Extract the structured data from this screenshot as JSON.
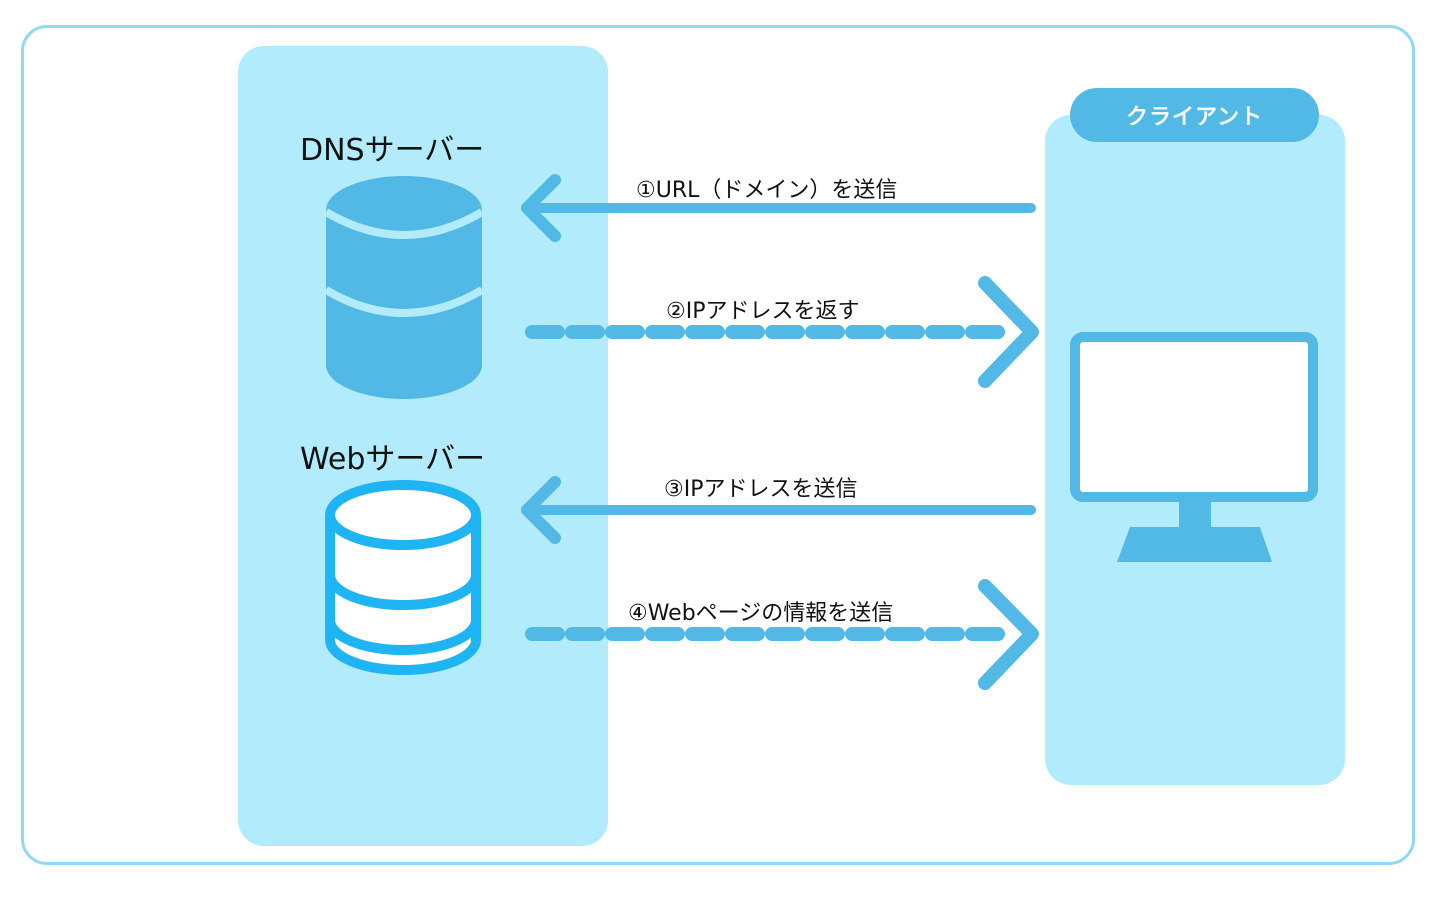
{
  "client": {
    "title": "クライアント"
  },
  "servers": {
    "dns_label": "DNSサーバー",
    "web_label": "Webサーバー"
  },
  "arrows": [
    {
      "label": "①URL（ドメイン）を送信",
      "direction": "to-server",
      "style": "solid"
    },
    {
      "label": "②IPアドレスを返す",
      "direction": "to-client",
      "style": "dashed"
    },
    {
      "label": "③IPアドレスを送信",
      "direction": "to-server",
      "style": "solid"
    },
    {
      "label": "④Webページの情報を送信",
      "direction": "to-client",
      "style": "dashed"
    }
  ],
  "colors": {
    "panel": "#b2ecfc",
    "accent": "#52b9e6",
    "web_db": "#1fb4f4",
    "frame": "#8fd8f6"
  },
  "icons": {
    "dns": "database-icon",
    "web": "database-outline-icon",
    "client": "monitor-icon"
  }
}
